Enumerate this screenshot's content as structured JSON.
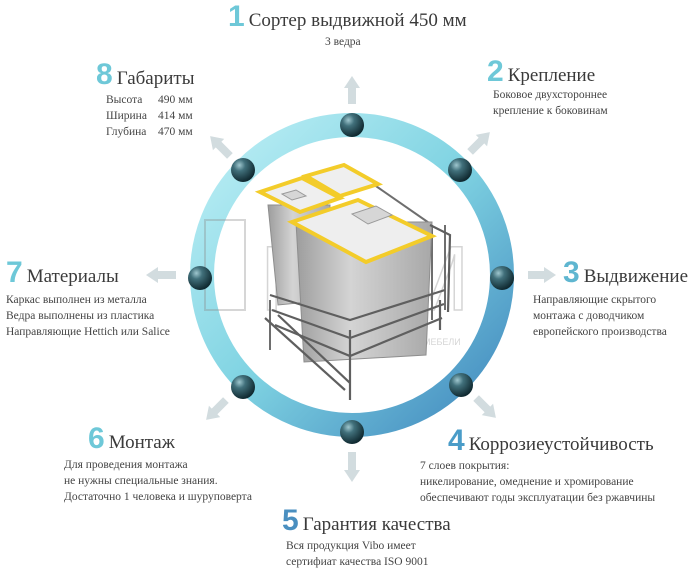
{
  "colors": {
    "accent": "#6ec8d8",
    "ring_light": "#a7e4ee",
    "ring_dark": "#4a8fc0",
    "ball": "#2f5560",
    "arrow": "#cfd9dd",
    "bin": "#bcbcbc",
    "lid_yellow": "#f3cc2a",
    "frame": "#6b6b6b"
  },
  "items": [
    {
      "num": "1",
      "title": "Сортер выдвижной 450 мм",
      "desc": [
        "3 ведра"
      ]
    },
    {
      "num": "2",
      "title": "Крепление",
      "desc": [
        "Боковое двухстороннее",
        "крепление к боковинам"
      ]
    },
    {
      "num": "3",
      "title": "Выдвижение",
      "desc": [
        "Направляющие   скрытого",
        "монтажа с доводчиком",
        "европейского производства"
      ]
    },
    {
      "num": "4",
      "title": "Коррозиеустойчивость",
      "desc": [
        "7 слоев покрытия:",
        "никелирование, омеднение и хромирование",
        "обеспечивают годы эксплуатации без ржавчины"
      ]
    },
    {
      "num": "5",
      "title": "Гарантия качества",
      "desc": [
        "Вся продукция Vibo имеет",
        "сертифиат качества ISO 9001"
      ]
    },
    {
      "num": "6",
      "title": "Монтаж",
      "desc": [
        "Для проведения монтажа",
        "не нужны специальные знания.",
        "Достаточно 1 человека и шуруповерта"
      ]
    },
    {
      "num": "7",
      "title": "Материалы",
      "desc": [
        "Каркас выполнен из металла",
        "Ведра выполнены из пластика",
        "Направляющие Hettich или Salice"
      ]
    },
    {
      "num": "8",
      "title": "Габариты",
      "dims": [
        {
          "label": "Высота",
          "value": "490 мм"
        },
        {
          "label": "Ширина",
          "value": "414 мм"
        },
        {
          "label": "Глубина",
          "value": "470 мм"
        }
      ]
    }
  ],
  "watermark": {
    "letters": "KGM",
    "sub": "КОМПЛЕКТУЮЩИЕ ДЛЯ МЕБЕЛИ"
  }
}
